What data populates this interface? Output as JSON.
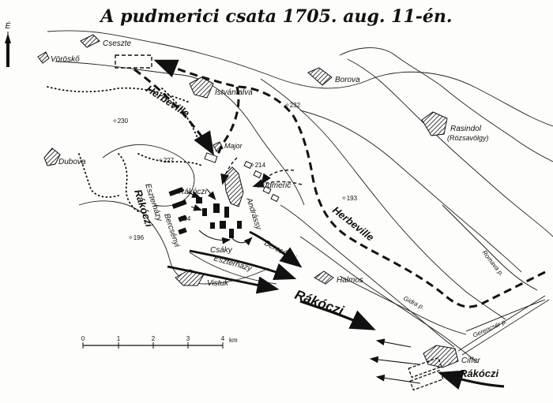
{
  "title": "A pudmerici  csata  1705. aug. 11-én.",
  "north_label": "É",
  "places": {
    "cseszte": "Cseszte",
    "voroskö": "Vöröskő",
    "istvanfalva": "Istvánfalva",
    "borova": "Borova",
    "rasindol": "Rasindol",
    "rasindol_alt": "(Rózsavölgy)",
    "dubova": "Dubova",
    "major": "Major",
    "pudmeric": "Pudmeric",
    "vistuk": "Vistuk",
    "halmos": "Halmos",
    "ciffer": "Ciffer"
  },
  "heights": {
    "h232": "232",
    "h230": "230",
    "h227": "227",
    "h214": "214",
    "h193": "193",
    "h204": "204",
    "h196": "196"
  },
  "armies": {
    "herbeville_north": "Herbeville",
    "herbeville_east": "Herbeville",
    "rakoczi_camp": "Rákóczi",
    "rakoczi_small": "Rákóczi",
    "esterhazy_camp": "Eszterházy",
    "bercsenyi_camp": "Bercsényi",
    "andrassy": "Andrássy",
    "csaky": "Csáky",
    "bercsenyi_march": "Bercsényi",
    "esterhazy_march": "Eszterházy",
    "rakoczi_march": "Rákóczi",
    "rakoczi_south": "Rákóczi"
  },
  "rivers": {
    "romava": "Romava p.",
    "gidra": "Gidra p.",
    "gerencser": "Gerencsér p."
  },
  "scale": {
    "ticks": [
      "0",
      "1",
      "2",
      "3",
      "4"
    ],
    "unit": "km"
  }
}
